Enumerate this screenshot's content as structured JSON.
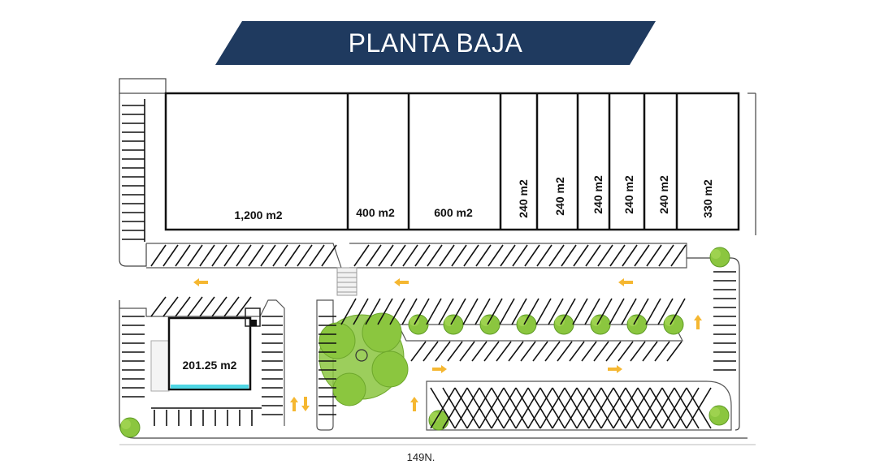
{
  "title": "PLANTA BAJA",
  "colors": {
    "banner": "#1f3a5f",
    "tree": "#8bc63f",
    "arrow": "#f5b731",
    "water": "#4fd6e4",
    "line": "#111111"
  },
  "units": [
    {
      "label": "1,200 m2",
      "orientation": "horizontal"
    },
    {
      "label": "400 m2",
      "orientation": "horizontal"
    },
    {
      "label": "600 m2",
      "orientation": "horizontal"
    },
    {
      "label": "240 m2",
      "orientation": "vertical"
    },
    {
      "label": "240 m2",
      "orientation": "vertical"
    },
    {
      "label": "240 m2",
      "orientation": "vertical"
    },
    {
      "label": "240 m2",
      "orientation": "vertical"
    },
    {
      "label": "240 m2",
      "orientation": "vertical"
    },
    {
      "label": "330 m2",
      "orientation": "vertical"
    }
  ],
  "kiosk": {
    "label": "201.25 m2"
  },
  "street": {
    "label": "149N."
  },
  "icons": {
    "tree": "tree-icon",
    "arrow": "traffic-arrow-icon",
    "stairs": "stairs-icon"
  }
}
